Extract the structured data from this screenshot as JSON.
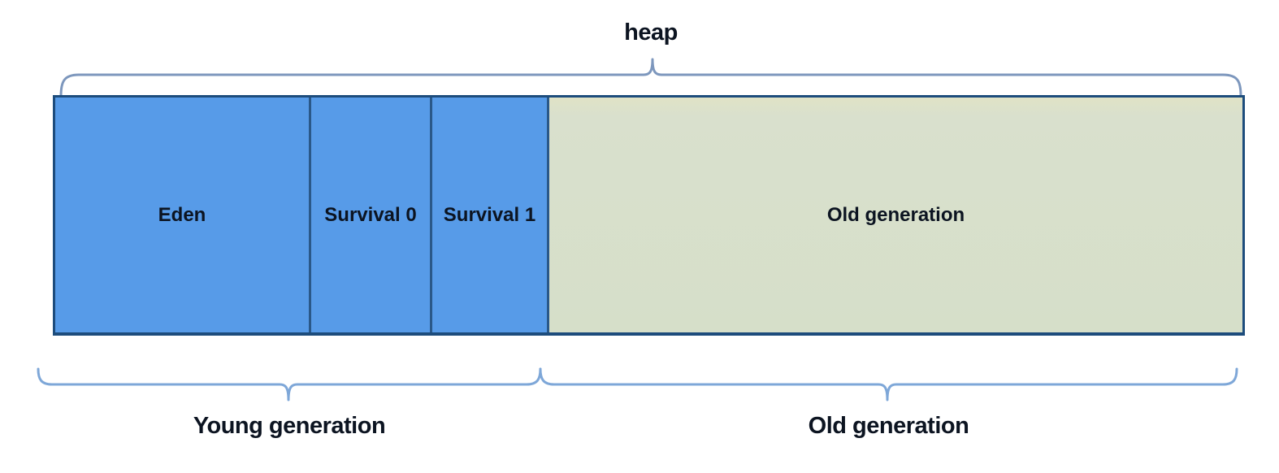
{
  "heap": {
    "title": "heap",
    "regions": [
      {
        "name": "eden",
        "label": "Eden"
      },
      {
        "name": "survival-0",
        "label": "Survival 0"
      },
      {
        "name": "survival-1",
        "label": "Survival 1"
      },
      {
        "name": "old-generation",
        "label": "Old generation"
      }
    ],
    "generations": [
      {
        "name": "young-generation",
        "label": "Young generation"
      },
      {
        "name": "old-generation",
        "label": "Old generation"
      }
    ],
    "colors": {
      "young_region_fill": "#579be8",
      "old_region_fill": "#d6dfc9",
      "region_border": "#1d4c7c",
      "region_divider": "#2a5888",
      "top_brace_stroke": "#7d97bd",
      "bottom_brace_stroke": "#7ea7d8",
      "label_text": "#0c1421",
      "background": "#ffffff"
    }
  }
}
